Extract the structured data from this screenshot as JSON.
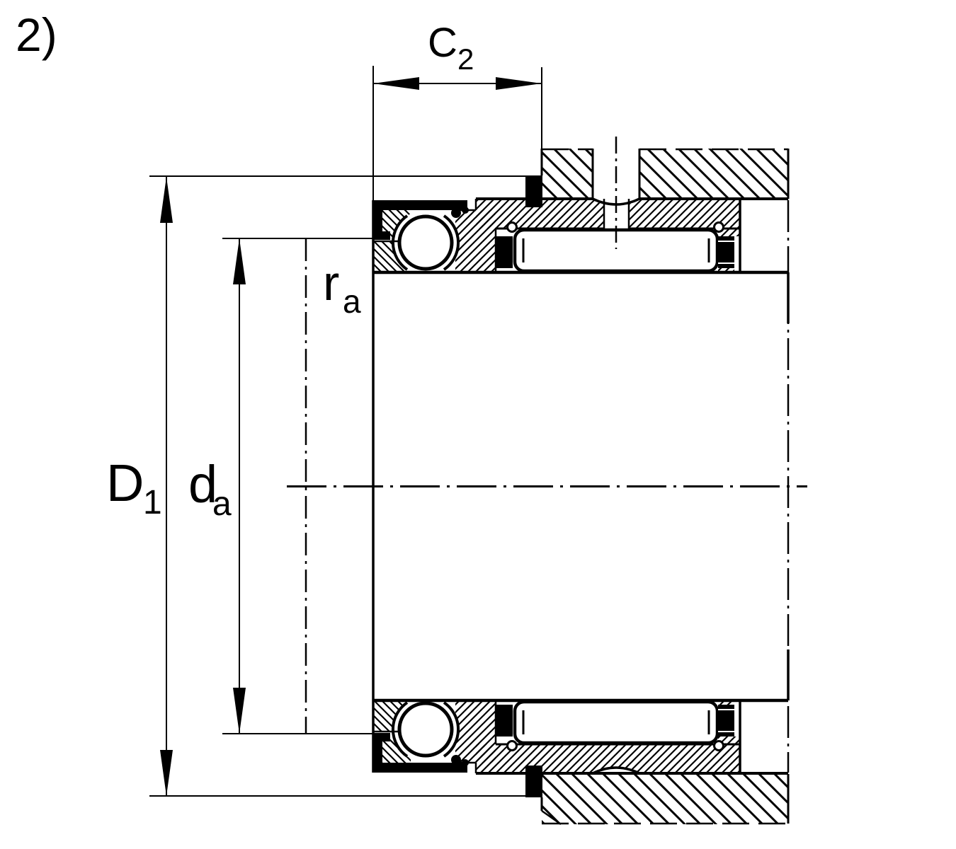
{
  "figure": {
    "index_label": "2)"
  },
  "labels": {
    "figure_index": "2)",
    "c2": {
      "main": "C",
      "sub": "2"
    },
    "d1": {
      "main": "D",
      "sub": "1"
    },
    "da": {
      "main": "d",
      "sub": "a"
    },
    "ra": {
      "main": "r",
      "sub": "a"
    }
  },
  "colors": {
    "ink": "#000000",
    "background": "#ffffff"
  }
}
